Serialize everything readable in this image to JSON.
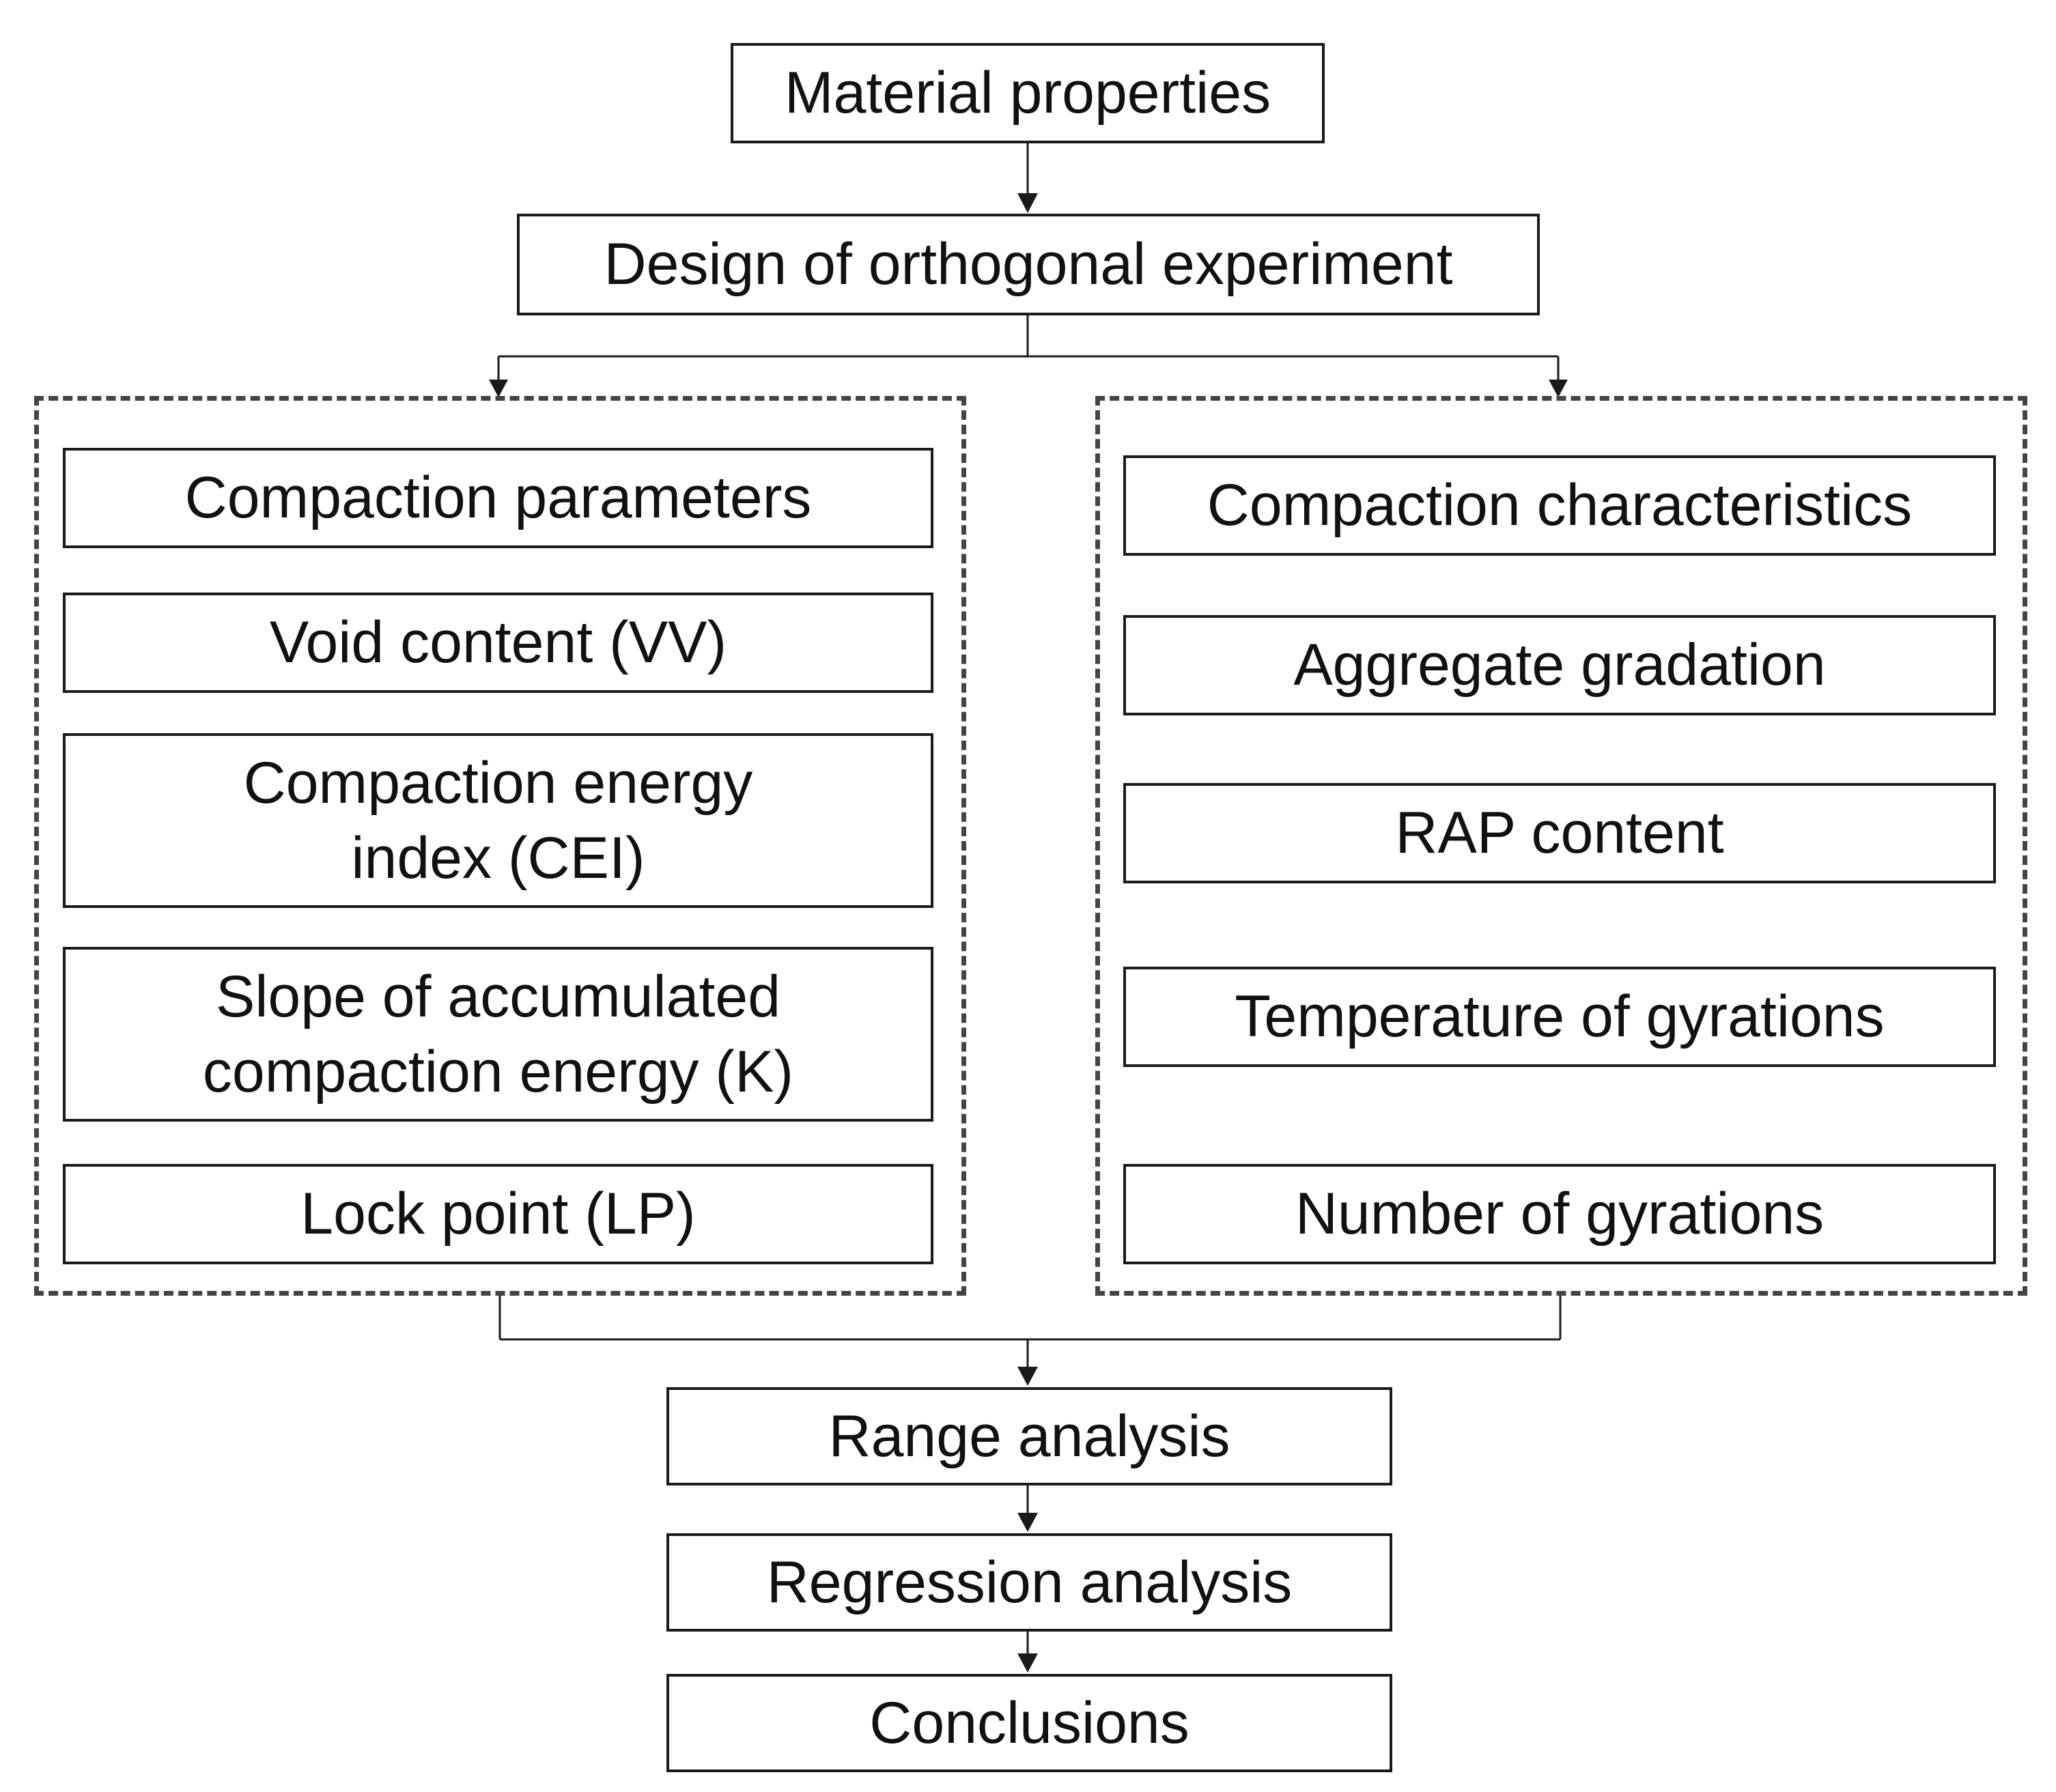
{
  "nodes": {
    "material_properties": "Material properties",
    "design_orthogonal": "Design of orthogonal experiment",
    "range_analysis": "Range analysis",
    "regression_analysis": "Regression analysis",
    "conclusions": "Conclusions"
  },
  "left_group": {
    "items": [
      {
        "label": "Compaction parameters"
      },
      {
        "label": "Void content (VV)"
      },
      {
        "label": "Compaction energy index (CEI)"
      },
      {
        "label": "Slope of accumulated compaction energy (K)"
      },
      {
        "label": "Lock point (LP)"
      }
    ]
  },
  "right_group": {
    "items": [
      {
        "label": "Compaction characteristics"
      },
      {
        "label": "Aggregate gradation"
      },
      {
        "label": "RAP content"
      },
      {
        "label": "Temperature of gyrations"
      },
      {
        "label": "Number of gyrations"
      }
    ]
  },
  "colors": {
    "stroke": "#1a1a1a",
    "dashed_border": "#444444",
    "background": "#ffffff"
  }
}
